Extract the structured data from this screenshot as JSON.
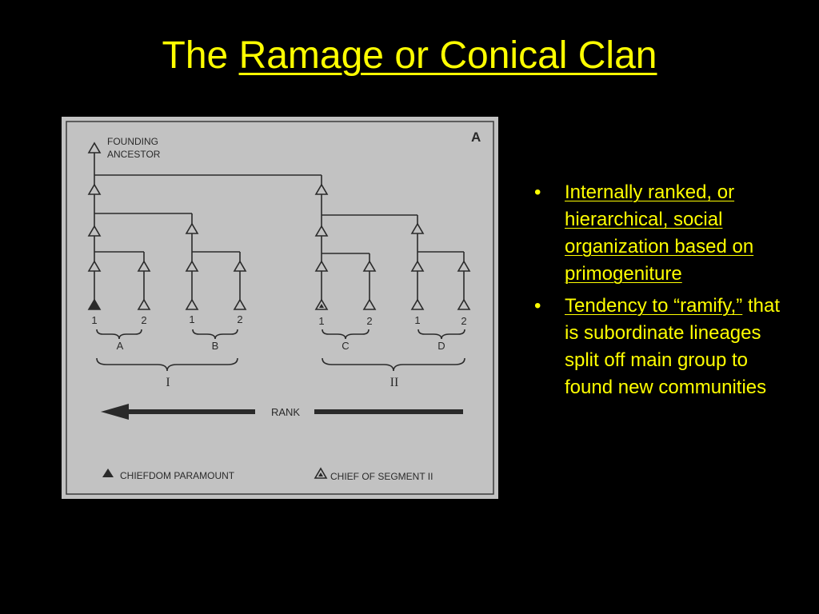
{
  "title": {
    "prefix": "The",
    "link_text": "Ramage or Conical Clan"
  },
  "diagram": {
    "panel_letter": "A",
    "founding_line1": "FOUNDING",
    "founding_line2": "ANCESTOR",
    "leaf_labels": [
      "1",
      "2",
      "1",
      "2",
      "1",
      "2",
      "1",
      "2"
    ],
    "group_labels": [
      "A",
      "B",
      "C",
      "D"
    ],
    "segment_labels": [
      "I",
      "II"
    ],
    "rank_label": "RANK",
    "legend_paramount": "CHIEFDOM PARAMOUNT",
    "legend_segment": "CHIEF OF SEGMENT II"
  },
  "bullets": [
    {
      "marker": "•",
      "underlined": "Internally ranked, or hierarchical, social organization based on primogeniture",
      "rest": ""
    },
    {
      "marker": "•",
      "underlined": "Tendency to “ramify,”",
      "rest": " that is subordinate lineages split off main group to found new communities"
    }
  ],
  "colors": {
    "background": "#000000",
    "text": "#ffff00",
    "figure_bg": "#c2c2c2",
    "ink": "#2a2a2a"
  }
}
